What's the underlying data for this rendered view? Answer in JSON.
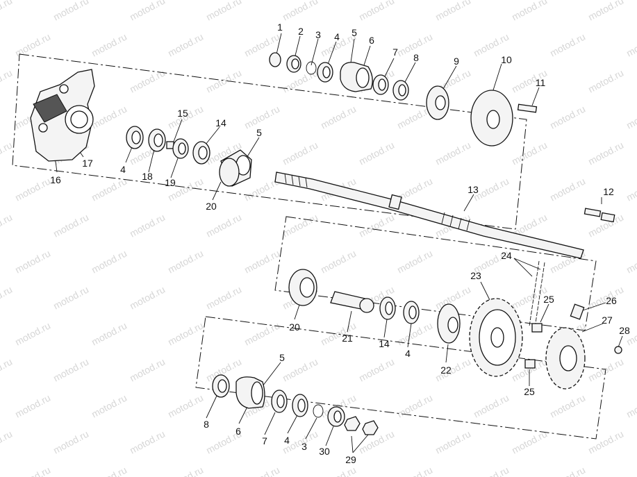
{
  "watermark": "motod.ru",
  "callouts": [
    {
      "id": "c1",
      "text": "1"
    },
    {
      "id": "c2",
      "text": "2"
    },
    {
      "id": "c3a",
      "text": "3"
    },
    {
      "id": "c4a",
      "text": "4"
    },
    {
      "id": "c5a",
      "text": "5"
    },
    {
      "id": "c6a",
      "text": "6"
    },
    {
      "id": "c7a",
      "text": "7"
    },
    {
      "id": "c8a",
      "text": "8"
    },
    {
      "id": "c9",
      "text": "9"
    },
    {
      "id": "c10",
      "text": "10"
    },
    {
      "id": "c11",
      "text": "11"
    },
    {
      "id": "c12",
      "text": "12"
    },
    {
      "id": "c13",
      "text": "13"
    },
    {
      "id": "c14a",
      "text": "14"
    },
    {
      "id": "c15",
      "text": "15"
    },
    {
      "id": "c16",
      "text": "16"
    },
    {
      "id": "c17",
      "text": "17"
    },
    {
      "id": "c18",
      "text": "18"
    },
    {
      "id": "c19",
      "text": "19"
    },
    {
      "id": "c20a",
      "text": "20"
    },
    {
      "id": "c5b",
      "text": "5"
    },
    {
      "id": "c4b",
      "text": "4"
    },
    {
      "id": "c24",
      "text": "24"
    },
    {
      "id": "c23",
      "text": "23"
    },
    {
      "id": "c25a",
      "text": "25"
    },
    {
      "id": "c26",
      "text": "26"
    },
    {
      "id": "c27",
      "text": "27"
    },
    {
      "id": "c28",
      "text": "28"
    },
    {
      "id": "c20b",
      "text": "20"
    },
    {
      "id": "c21",
      "text": "21"
    },
    {
      "id": "c14b",
      "text": "14"
    },
    {
      "id": "c4c",
      "text": "4"
    },
    {
      "id": "c22",
      "text": "22"
    },
    {
      "id": "c25b",
      "text": "25"
    },
    {
      "id": "c5c",
      "text": "5"
    },
    {
      "id": "c8b",
      "text": "8"
    },
    {
      "id": "c6b",
      "text": "6"
    },
    {
      "id": "c7b",
      "text": "7"
    },
    {
      "id": "c4d",
      "text": "4"
    },
    {
      "id": "c3b",
      "text": "3"
    },
    {
      "id": "c30",
      "text": "30"
    },
    {
      "id": "c29",
      "text": "29"
    }
  ]
}
